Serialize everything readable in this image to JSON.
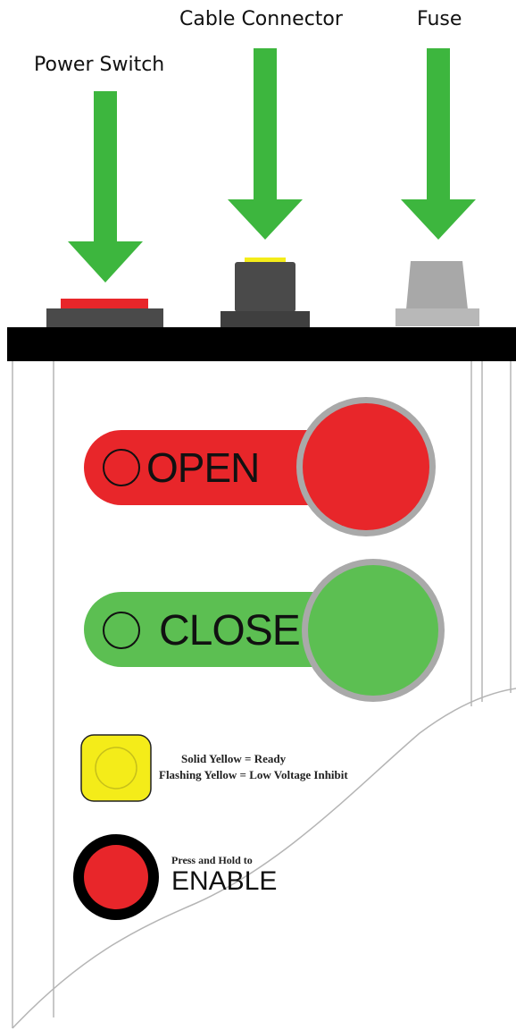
{
  "callouts": {
    "power_switch": "Power Switch",
    "cable_connector": "Cable Connector",
    "fuse": "Fuse"
  },
  "panel": {
    "open_label": "OPEN",
    "close_label": "CLOSE",
    "ready_line1": "Solid Yellow = Ready",
    "ready_line2": "Flashing Yellow = Low Voltage Inhibit",
    "enable_small": "Press and Hold to",
    "enable_big": "ENABLE"
  },
  "colors": {
    "arrow": "#3db63e",
    "open_red": "#e8262a",
    "close_green": "#5cbf52",
    "ready_yellow": "#f4ec19",
    "enable_red": "#e8262a",
    "top_bar": "#000000"
  }
}
